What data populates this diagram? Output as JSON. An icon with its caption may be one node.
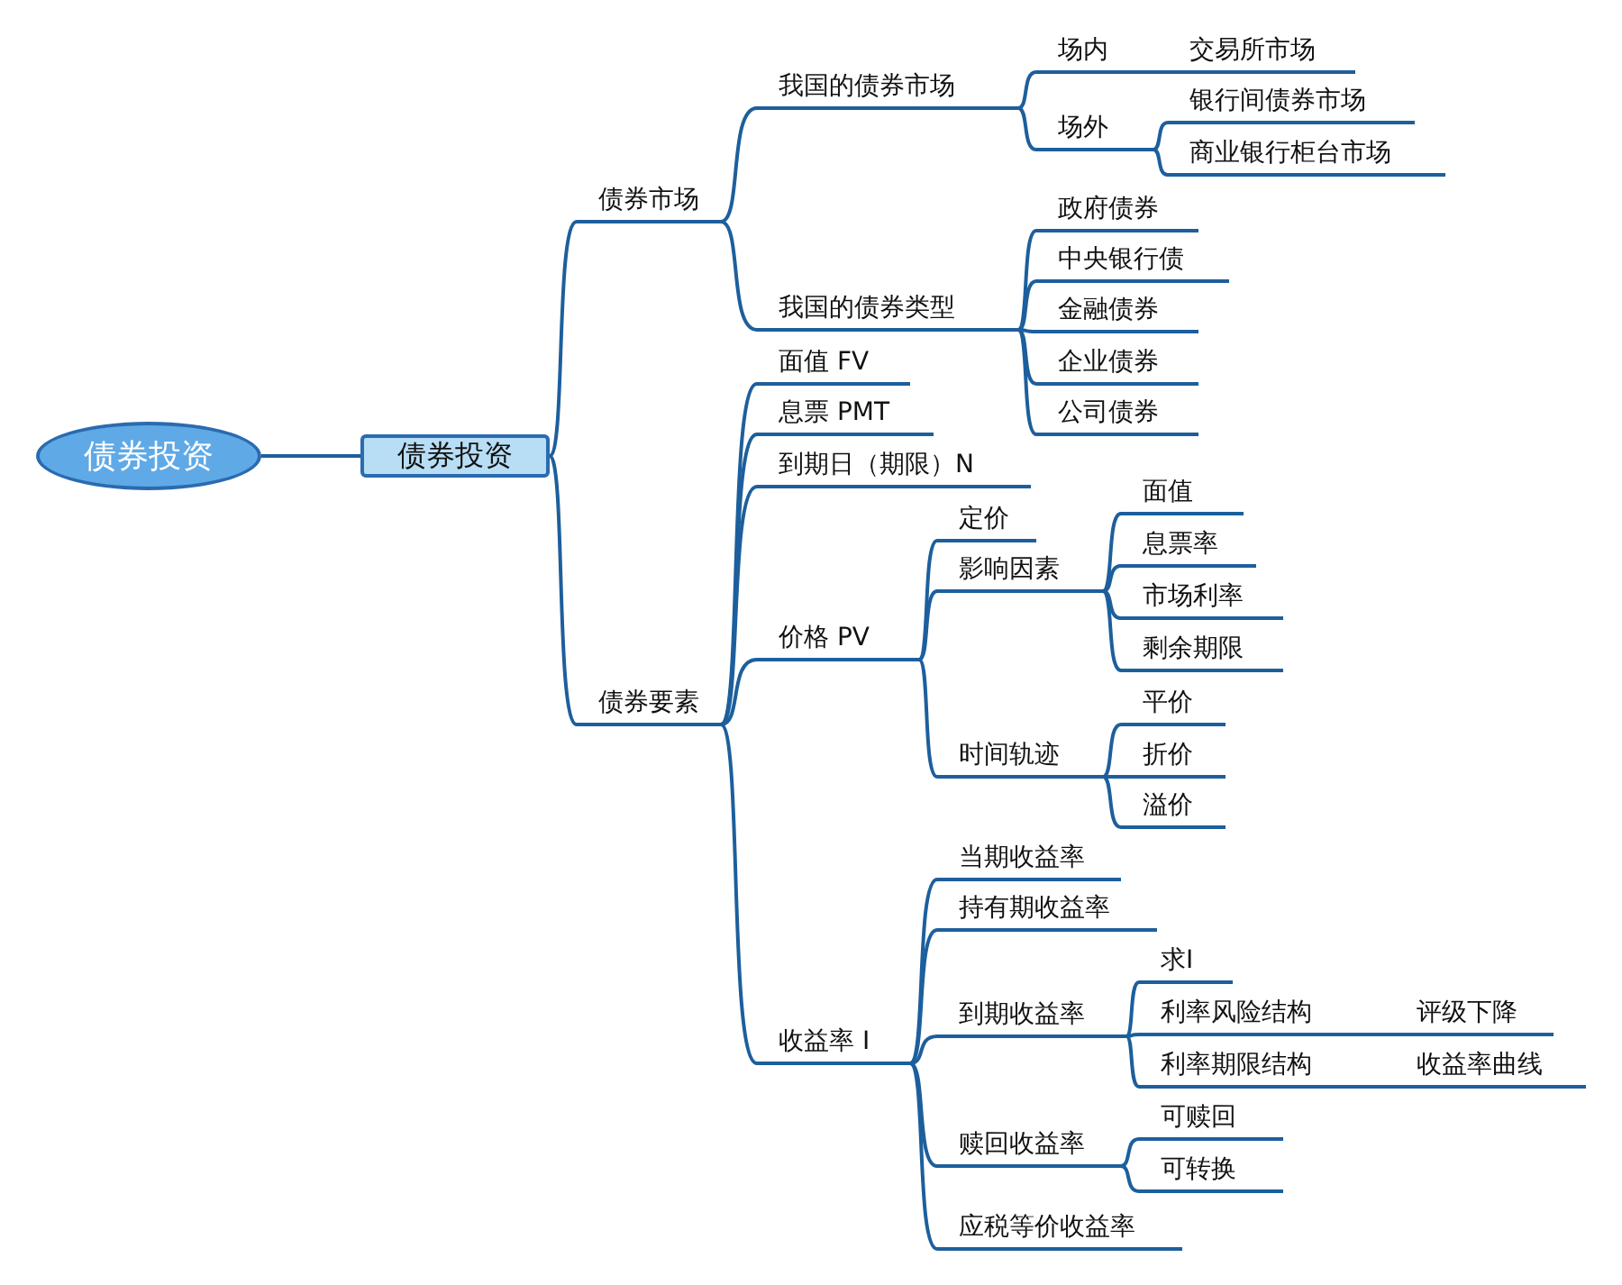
{
  "diagram": {
    "nodes": [
      {
        "text": [
          "债券投资"
        ]
      },
      {
        "text": [
          "债券投资"
        ]
      },
      {
        "text": [
          "债券市场"
        ]
      },
      {
        "text": [
          "我国的债券市场"
        ]
      },
      {
        "text": [
          "场内"
        ]
      },
      {
        "text": [
          "交易所市场"
        ]
      },
      {
        "text": [
          "场外"
        ]
      },
      {
        "text": [
          "银行间债券市场"
        ]
      },
      {
        "text": [
          "商业银行柜台市场"
        ]
      },
      {
        "text": [
          "我国的债券类型"
        ]
      },
      {
        "text": [
          "政府债券"
        ]
      },
      {
        "text": [
          "中央银行债"
        ]
      },
      {
        "text": [
          "金融债券"
        ]
      },
      {
        "text": [
          "企业债券"
        ]
      },
      {
        "text": [
          "公司债券"
        ]
      },
      {
        "text": [
          "债券要素"
        ]
      },
      {
        "text": [
          "面值 FV"
        ]
      },
      {
        "text": [
          "息票 PMT"
        ]
      },
      {
        "text": [
          "到期日（期限）N"
        ]
      },
      {
        "text": [
          "价格 PV"
        ]
      },
      {
        "text": [
          "定价"
        ]
      },
      {
        "text": [
          "影响因素"
        ]
      },
      {
        "text": [
          "面值"
        ]
      },
      {
        "text": [
          "息票率"
        ]
      },
      {
        "text": [
          "市场利率"
        ]
      },
      {
        "text": [
          "剩余期限"
        ]
      },
      {
        "text": [
          "时间轨迹"
        ]
      },
      {
        "text": [
          "平价"
        ]
      },
      {
        "text": [
          "折价"
        ]
      },
      {
        "text": [
          "溢价"
        ]
      },
      {
        "text": [
          "收益率 I"
        ]
      },
      {
        "text": [
          "当期收益率"
        ]
      },
      {
        "text": [
          "持有期收益率"
        ]
      },
      {
        "text": [
          "到期收益率"
        ]
      },
      {
        "text": [
          "求I"
        ]
      },
      {
        "text": [
          "利率风险结构"
        ]
      },
      {
        "text": [
          "评级下降"
        ]
      },
      {
        "text": [
          "利率期限结构"
        ]
      },
      {
        "text": [
          "收益率曲线"
        ]
      },
      {
        "text": [
          "赎回收益率"
        ]
      },
      {
        "text": [
          "可赎回"
        ]
      },
      {
        "text": [
          "可转换"
        ]
      },
      {
        "text": [
          "应税等价收益率"
        ]
      }
    ],
    "edges": [
      {
        "from": 0,
        "to": 1,
        "arrow": "none"
      },
      {
        "from": 1,
        "to": 2,
        "arrow": "none"
      },
      {
        "from": 1,
        "to": 15,
        "arrow": "none"
      },
      {
        "from": 2,
        "to": 3,
        "arrow": "none"
      },
      {
        "from": 2,
        "to": 9,
        "arrow": "none"
      },
      {
        "from": 3,
        "to": 4,
        "arrow": "none"
      },
      {
        "from": 3,
        "to": 6,
        "arrow": "none"
      },
      {
        "from": 4,
        "to": 5,
        "arrow": "none"
      },
      {
        "from": 6,
        "to": 7,
        "arrow": "none"
      },
      {
        "from": 6,
        "to": 8,
        "arrow": "none"
      },
      {
        "from": 9,
        "to": 10,
        "arrow": "none"
      },
      {
        "from": 9,
        "to": 11,
        "arrow": "none"
      },
      {
        "from": 9,
        "to": 12,
        "arrow": "none"
      },
      {
        "from": 9,
        "to": 13,
        "arrow": "none"
      },
      {
        "from": 9,
        "to": 14,
        "arrow": "none"
      },
      {
        "from": 15,
        "to": 16,
        "arrow": "none"
      },
      {
        "from": 15,
        "to": 17,
        "arrow": "none"
      },
      {
        "from": 15,
        "to": 18,
        "arrow": "none"
      },
      {
        "from": 15,
        "to": 19,
        "arrow": "none"
      },
      {
        "from": 15,
        "to": 30,
        "arrow": "none"
      },
      {
        "from": 19,
        "to": 20,
        "arrow": "none"
      },
      {
        "from": 19,
        "to": 21,
        "arrow": "none"
      },
      {
        "from": 19,
        "to": 26,
        "arrow": "none"
      },
      {
        "from": 21,
        "to": 22,
        "arrow": "none"
      },
      {
        "from": 21,
        "to": 23,
        "arrow": "none"
      },
      {
        "from": 21,
        "to": 24,
        "arrow": "none"
      },
      {
        "from": 21,
        "to": 25,
        "arrow": "none"
      },
      {
        "from": 26,
        "to": 27,
        "arrow": "none"
      },
      {
        "from": 26,
        "to": 28,
        "arrow": "none"
      },
      {
        "from": 26,
        "to": 29,
        "arrow": "none"
      },
      {
        "from": 30,
        "to": 31,
        "arrow": "none"
      },
      {
        "from": 30,
        "to": 32,
        "arrow": "none"
      },
      {
        "from": 30,
        "to": 33,
        "arrow": "none"
      },
      {
        "from": 30,
        "to": 39,
        "arrow": "none"
      },
      {
        "from": 30,
        "to": 42,
        "arrow": "none"
      },
      {
        "from": 33,
        "to": 34,
        "arrow": "none"
      },
      {
        "from": 33,
        "to": 35,
        "arrow": "none"
      },
      {
        "from": 33,
        "to": 37,
        "arrow": "none"
      },
      {
        "from": 35,
        "to": 36,
        "arrow": "none"
      },
      {
        "from": 37,
        "to": 38,
        "arrow": "none"
      },
      {
        "from": 39,
        "to": 40,
        "arrow": "none"
      },
      {
        "from": 39,
        "to": 41,
        "arrow": "none"
      }
    ]
  }
}
